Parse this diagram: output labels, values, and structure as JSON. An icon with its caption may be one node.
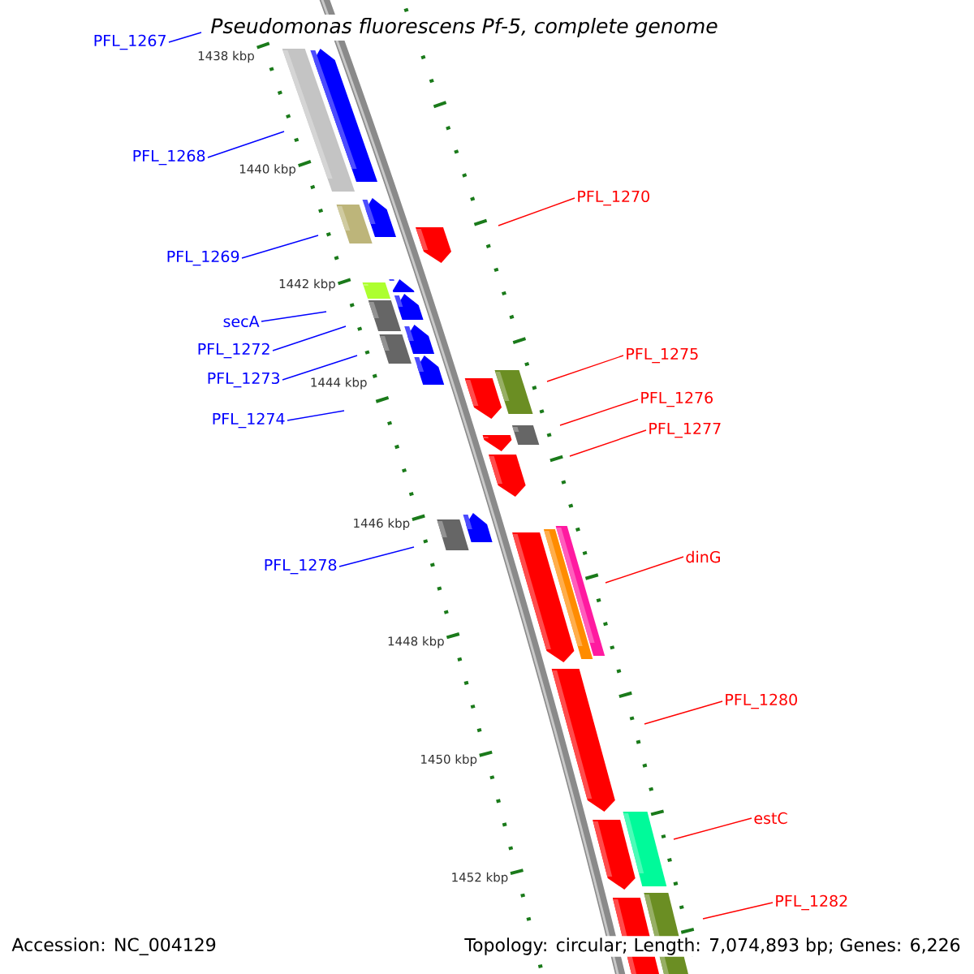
{
  "diagram": {
    "title": "Pseudomonas fluorescens Pf-5, complete genome",
    "nodes": [
      {
        "text": [
          "PFL_1267"
        ]
      },
      {
        "text": [
          "PFL_1268"
        ]
      },
      {
        "text": [
          "PFL_1269"
        ]
      },
      {
        "text": [
          "secA"
        ]
      },
      {
        "text": [
          "PFL_1272"
        ]
      },
      {
        "text": [
          "PFL_1273"
        ]
      },
      {
        "text": [
          "PFL_1274"
        ]
      },
      {
        "text": [
          "PFL_1278"
        ]
      },
      {
        "text": [
          "PFL_1270"
        ]
      },
      {
        "text": [
          "PFL_1275"
        ]
      },
      {
        "text": [
          "PFL_1276"
        ]
      },
      {
        "text": [
          "PFL_1277"
        ]
      },
      {
        "text": [
          "dinG"
        ]
      },
      {
        "text": [
          "PFL_1280"
        ]
      },
      {
        "text": [
          "estC"
        ]
      },
      {
        "text": [
          "PFL_1282"
        ]
      }
    ],
    "edges": [
      {
        "from": 0,
        "to": null,
        "arrow": "none",
        "color": "#0000ff"
      },
      {
        "from": 1,
        "to": null,
        "arrow": "none",
        "color": "#0000ff"
      },
      {
        "from": 2,
        "to": null,
        "arrow": "none",
        "color": "#0000ff"
      },
      {
        "from": 3,
        "to": null,
        "arrow": "none",
        "color": "#0000ff"
      },
      {
        "from": 4,
        "to": null,
        "arrow": "none",
        "color": "#0000ff"
      },
      {
        "from": 5,
        "to": null,
        "arrow": "none",
        "color": "#0000ff"
      },
      {
        "from": 6,
        "to": null,
        "arrow": "none",
        "color": "#0000ff"
      },
      {
        "from": 7,
        "to": null,
        "arrow": "none",
        "color": "#0000ff"
      },
      {
        "from": 8,
        "to": null,
        "arrow": "none",
        "color": "#ff0000"
      },
      {
        "from": 9,
        "to": null,
        "arrow": "none",
        "color": "#ff0000"
      },
      {
        "from": 10,
        "to": null,
        "arrow": "none",
        "color": "#ff0000"
      },
      {
        "from": 11,
        "to": null,
        "arrow": "none",
        "color": "#ff0000"
      },
      {
        "from": 12,
        "to": null,
        "arrow": "none",
        "color": "#ff0000"
      },
      {
        "from": 13,
        "to": null,
        "arrow": "none",
        "color": "#ff0000"
      },
      {
        "from": 14,
        "to": null,
        "arrow": "none",
        "color": "#ff0000"
      },
      {
        "from": 15,
        "to": null,
        "arrow": "none",
        "color": "#ff0000"
      }
    ],
    "labels": [
      "1438 kbp",
      "1440 kbp",
      "1442 kbp",
      "1444 kbp",
      "1446 kbp",
      "1448 kbp",
      "1450 kbp",
      "1452 kbp",
      "Accession: NC_004129",
      "Topology: circular; Length: 7,074,893 bp; Genes: 6,226"
    ]
  }
}
